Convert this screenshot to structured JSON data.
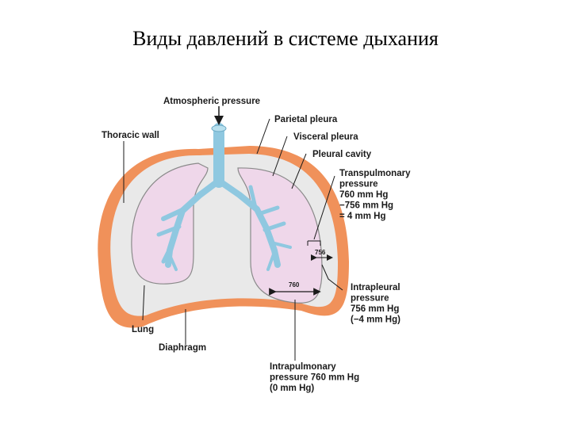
{
  "title": "Виды давлений в системе дыхания",
  "labels": {
    "atmospheric": "Atmospheric pressure",
    "thoracic_wall": "Thoracic wall",
    "parietal_pleura": "Parietal pleura",
    "visceral_pleura": "Visceral pleura",
    "pleural_cavity": "Pleural cavity",
    "transpulmonary": [
      "Transpulmonary",
      "pressure",
      "760 mm Hg",
      "−756 mm Hg",
      "= 4 mm Hg"
    ],
    "intrapleural": [
      "Intrapleural",
      "pressure",
      "756 mm Hg",
      "(−4 mm Hg)"
    ],
    "intrapulmonary": [
      "Intrapulmonary",
      "pressure 760 mm Hg",
      "(0 mm Hg)"
    ],
    "lung": "Lung",
    "diaphragm": "Diaphragm",
    "value_760": "760",
    "value_756": "756"
  },
  "colors": {
    "thoracic_wall": "#f0915a",
    "pleural_cavity": "#e6e6e6",
    "lung": "#f0d6ea",
    "airway": "#8fc8e0",
    "pleura_line": "#7a7a7a"
  }
}
